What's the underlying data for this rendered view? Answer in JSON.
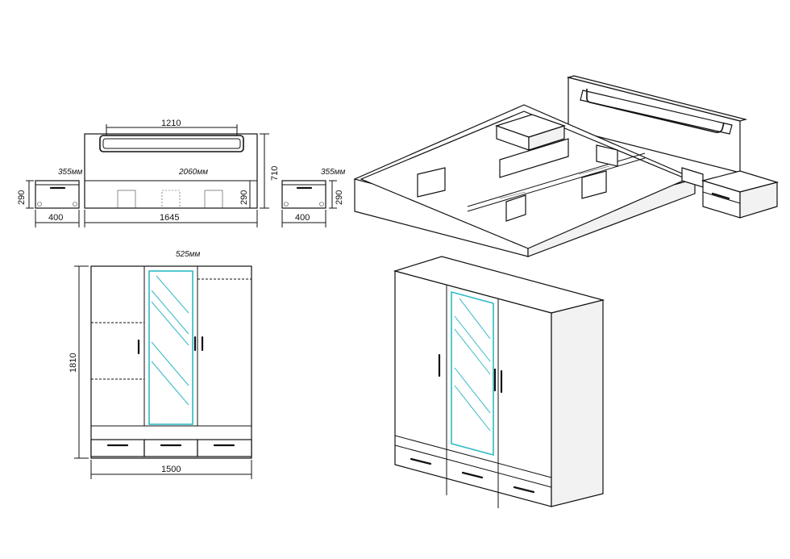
{
  "drawing": {
    "bed_front": {
      "headboard_width": "1210",
      "length": "2060мм",
      "width": "1645",
      "height_total": "710",
      "height_side": "290"
    },
    "nightstand_left": {
      "depth": "355мм",
      "width": "400",
      "height": "290"
    },
    "nightstand_right": {
      "depth": "355мм",
      "width": "400",
      "height": "290"
    },
    "wardrobe_front": {
      "depth": "525мм",
      "width": "1500",
      "height": "1810"
    },
    "colors": {
      "line": "#111111",
      "mirror": "#2fb9c4",
      "background": "#ffffff"
    }
  }
}
